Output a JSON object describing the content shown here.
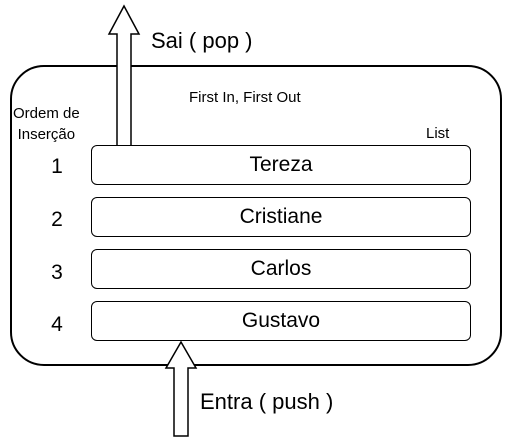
{
  "diagram": {
    "pop_label": "Sai ( pop )",
    "push_label": "Entra ( push )",
    "policy_label": "First In, First Out",
    "list_label": "List",
    "order_title_line1": "Ordem de",
    "order_title_line2": "Inserção",
    "items": [
      {
        "order": "1",
        "name": "Tereza"
      },
      {
        "order": "2",
        "name": "Cristiane"
      },
      {
        "order": "3",
        "name": "Carlos"
      },
      {
        "order": "4",
        "name": "Gustavo"
      }
    ]
  }
}
